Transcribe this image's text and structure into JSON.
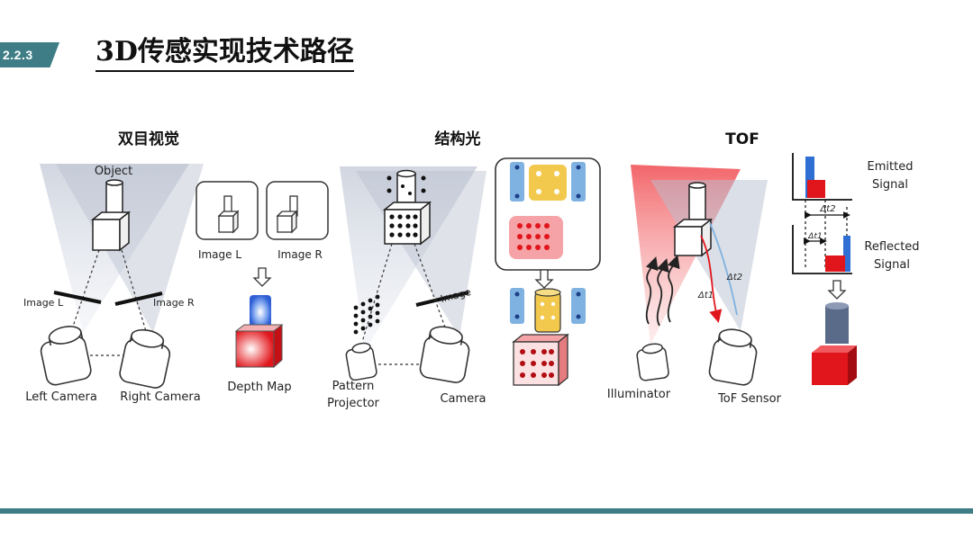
{
  "section": {
    "number": "2.2.3",
    "title": "3D传感实现技术路径"
  },
  "colors": {
    "accent": "#3e7d86",
    "red": "#e0161c",
    "blue": "#2f6fd4",
    "yellow": "#f2c94c",
    "light_blue": "#7fb2e0"
  },
  "stereo": {
    "heading": "双目视觉",
    "object_label": "Object",
    "image_l_label": "Image L",
    "image_r_label": "Image R",
    "thumb_l_label": "Image L",
    "thumb_r_label": "Image R",
    "left_camera_label": "Left Camera",
    "right_camera_label": "Right Camera",
    "depth_map_label": "Depth Map"
  },
  "structured_light": {
    "heading": "结构光",
    "image_label": "Image",
    "projector_label_1": "Pattern",
    "projector_label_2": "Projector",
    "camera_label": "Camera"
  },
  "tof": {
    "heading": "TOF",
    "dt1_label": "Δt1",
    "dt2_label": "Δt2",
    "illuminator_label": "Illuminator",
    "sensor_label": "ToF Sensor",
    "emitted_label_1": "Emitted",
    "emitted_label_2": "Signal",
    "reflected_label_1": "Reflected",
    "reflected_label_2": "Signal",
    "chart_dt1_label": "Δt1",
    "chart_dt2_label": "Δt2"
  }
}
